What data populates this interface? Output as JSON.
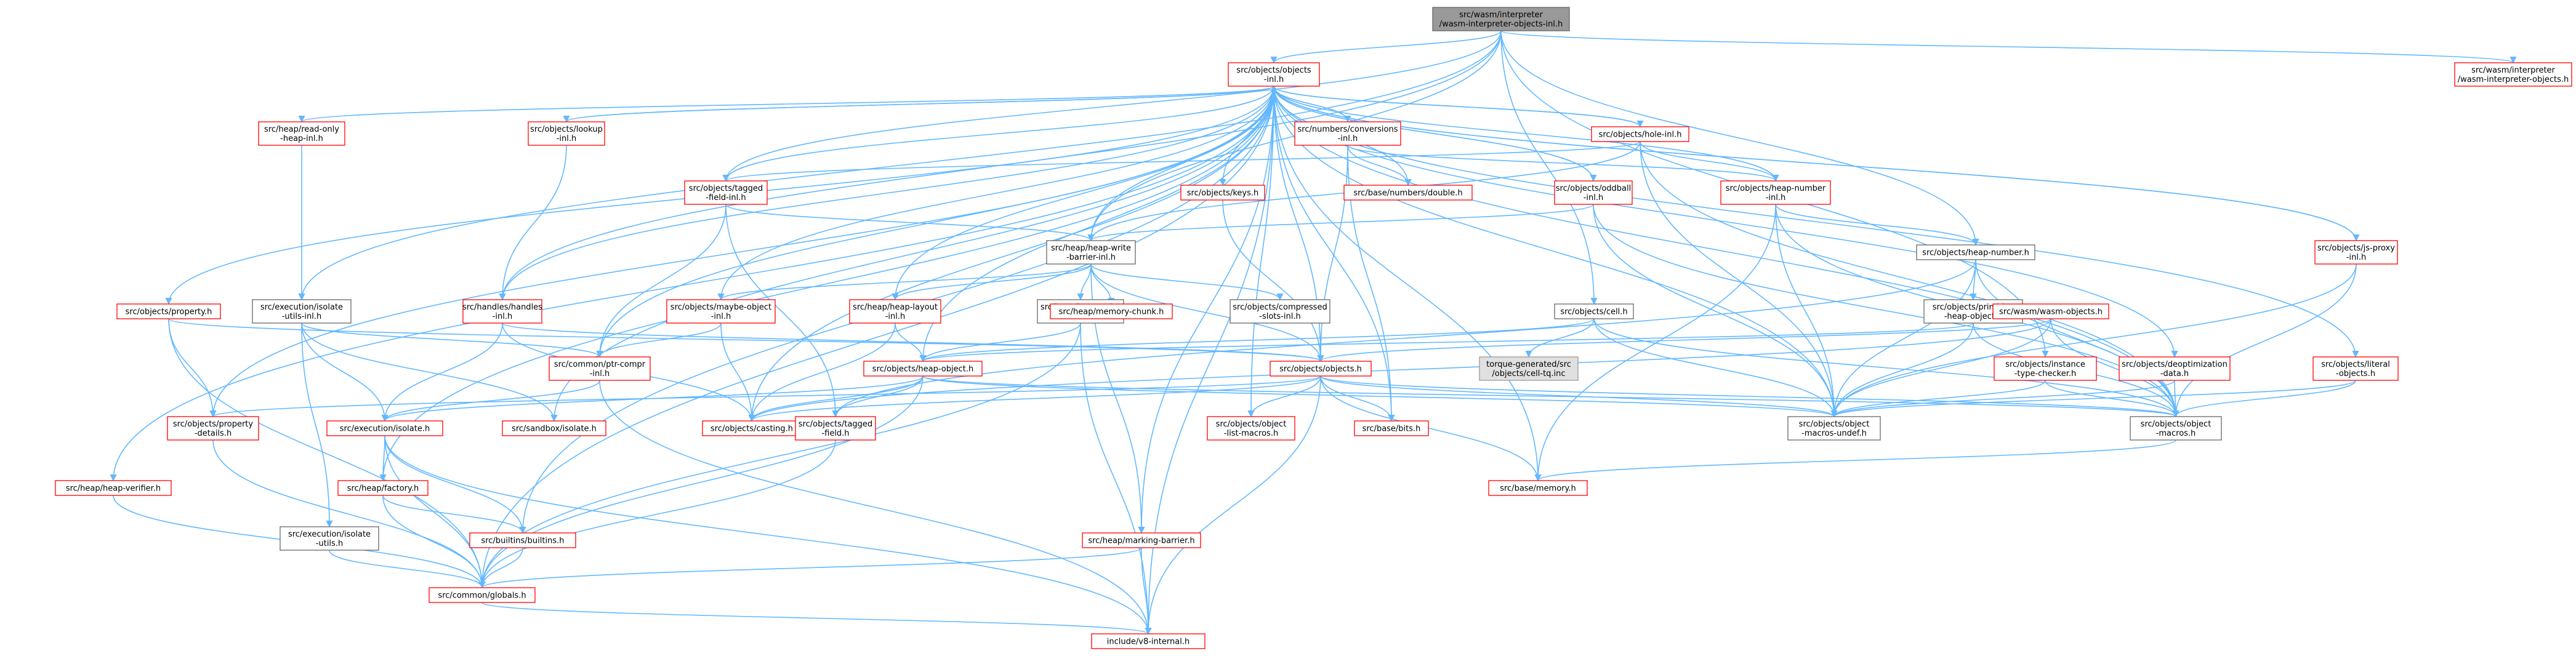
{
  "colors": {
    "background": "#ffffff",
    "edge": "#63b8ff",
    "node_fill": "#ffffff",
    "node_border_missing": "#ff0000",
    "node_border_normal": "#666666",
    "root_fill": "#999999",
    "root_border": "#666666",
    "stub_fill": "#e0e0e0",
    "stub_border": "#999999",
    "text": "#000000"
  },
  "nodes": [
    {
      "id": "root",
      "kind": "root",
      "lines": [
        "src/wasm/interpreter",
        "/wasm-interpreter-objects-inl.h"
      ]
    },
    {
      "id": "objects-inl",
      "kind": "missing",
      "lines": [
        "src/objects/objects",
        "-inl.h"
      ]
    },
    {
      "id": "wasm-interp-objects",
      "kind": "missing",
      "lines": [
        "src/wasm/interpreter",
        "/wasm-interpreter-objects.h"
      ]
    },
    {
      "id": "read-only-heap-inl",
      "kind": "missing",
      "lines": [
        "src/heap/read-only",
        "-heap-inl.h"
      ]
    },
    {
      "id": "lookup-inl",
      "kind": "missing",
      "lines": [
        "src/objects/lookup",
        "-inl.h"
      ]
    },
    {
      "id": "conversions-inl",
      "kind": "missing",
      "lines": [
        "src/numbers/conversions",
        "-inl.h"
      ]
    },
    {
      "id": "hole-inl",
      "kind": "missing",
      "lines": [
        "src/objects/hole-inl.h"
      ]
    },
    {
      "id": "tagged-field-inl",
      "kind": "missing",
      "lines": [
        "src/objects/tagged",
        "-field-inl.h"
      ]
    },
    {
      "id": "keys",
      "kind": "missing",
      "lines": [
        "src/objects/keys.h"
      ]
    },
    {
      "id": "numbers-double",
      "kind": "missing",
      "lines": [
        "src/base/numbers/double.h"
      ]
    },
    {
      "id": "oddball-inl",
      "kind": "missing",
      "lines": [
        "src/objects/oddball",
        "-inl.h"
      ]
    },
    {
      "id": "heap-number-inl",
      "kind": "missing",
      "lines": [
        "src/objects/heap-number",
        "-inl.h"
      ]
    },
    {
      "id": "js-proxy-inl",
      "kind": "missing",
      "lines": [
        "src/objects/js-proxy",
        "-inl.h"
      ]
    },
    {
      "id": "heap-write-barrier-inl",
      "kind": "normal",
      "lines": [
        "src/heap/heap-write",
        "-barrier-inl.h"
      ]
    },
    {
      "id": "heap-number",
      "kind": "normal",
      "lines": [
        "src/objects/heap-number.h"
      ]
    },
    {
      "id": "isolate-utils-inl",
      "kind": "normal",
      "lines": [
        "src/execution/isolate",
        "-utils-inl.h"
      ]
    },
    {
      "id": "property",
      "kind": "missing",
      "lines": [
        "src/objects/property.h"
      ]
    },
    {
      "id": "handles-inl",
      "kind": "missing",
      "lines": [
        "src/handles/handles",
        "-inl.h"
      ]
    },
    {
      "id": "maybe-object-inl",
      "kind": "missing",
      "lines": [
        "src/objects/maybe-object",
        "-inl.h"
      ]
    },
    {
      "id": "heap-layout-inl",
      "kind": "missing",
      "lines": [
        "src/heap/heap-layout",
        "-inl.h"
      ]
    },
    {
      "id": "heap-write-barrier",
      "kind": "normal",
      "lines": [
        "src/heap/heap-write",
        "-barrier.h"
      ]
    },
    {
      "id": "memory-chunk",
      "kind": "missing",
      "lines": [
        "src/heap/memory-chunk.h"
      ]
    },
    {
      "id": "compressed-slots-inl",
      "kind": "normal",
      "lines": [
        "src/objects/compressed",
        "-slots-inl.h"
      ]
    },
    {
      "id": "cell-h",
      "kind": "normal",
      "lines": [
        "src/objects/cell.h"
      ]
    },
    {
      "id": "primitive-heap-object",
      "kind": "normal",
      "lines": [
        "src/objects/primitive",
        "-heap-object.h"
      ]
    },
    {
      "id": "wasm-objects",
      "kind": "missing",
      "lines": [
        "src/wasm/wasm-objects.h"
      ]
    },
    {
      "id": "deoptimization-data",
      "kind": "missing",
      "lines": [
        "src/objects/deoptimization",
        "-data.h"
      ]
    },
    {
      "id": "instance-type-checker",
      "kind": "missing",
      "lines": [
        "src/objects/instance",
        "-type-checker.h"
      ]
    },
    {
      "id": "literal-objects",
      "kind": "missing",
      "lines": [
        "src/objects/literal",
        "-objects.h"
      ]
    },
    {
      "id": "ptr-compr-inl",
      "kind": "missing",
      "lines": [
        "src/common/ptr-compr",
        "-inl.h"
      ]
    },
    {
      "id": "heap-object",
      "kind": "missing",
      "lines": [
        "src/objects/heap-object.h"
      ]
    },
    {
      "id": "objects-h",
      "kind": "missing",
      "lines": [
        "src/objects/objects.h"
      ]
    },
    {
      "id": "torque-cell-tq",
      "kind": "stub",
      "lines": [
        "torque-generated/src",
        "/objects/cell-tq.inc"
      ]
    },
    {
      "id": "property-details",
      "kind": "missing",
      "lines": [
        "src/objects/property",
        "-details.h"
      ]
    },
    {
      "id": "isolate-h",
      "kind": "missing",
      "lines": [
        "src/execution/isolate.h"
      ]
    },
    {
      "id": "sandbox-isolate",
      "kind": "missing",
      "lines": [
        "src/sandbox/isolate.h"
      ]
    },
    {
      "id": "casting",
      "kind": "missing",
      "lines": [
        "src/objects/casting.h"
      ]
    },
    {
      "id": "tagged-field",
      "kind": "missing",
      "lines": [
        "src/objects/tagged",
        "-field.h"
      ]
    },
    {
      "id": "object-list-macros",
      "kind": "missing",
      "lines": [
        "src/objects/object",
        "-list-macros.h"
      ]
    },
    {
      "id": "base-bits",
      "kind": "missing",
      "lines": [
        "src/base/bits.h"
      ]
    },
    {
      "id": "object-macros-undef",
      "kind": "normal",
      "lines": [
        "src/objects/object",
        "-macros-undef.h"
      ]
    },
    {
      "id": "object-macros",
      "kind": "normal",
      "lines": [
        "src/objects/object",
        "-macros.h"
      ]
    },
    {
      "id": "heap-verifier",
      "kind": "missing",
      "lines": [
        "src/heap/heap-verifier.h"
      ]
    },
    {
      "id": "factory",
      "kind": "missing",
      "lines": [
        "src/heap/factory.h"
      ]
    },
    {
      "id": "isolate-utils",
      "kind": "normal",
      "lines": [
        "src/execution/isolate",
        "-utils.h"
      ]
    },
    {
      "id": "builtins",
      "kind": "missing",
      "lines": [
        "src/builtins/builtins.h"
      ]
    },
    {
      "id": "base-memory",
      "kind": "missing",
      "lines": [
        "src/base/memory.h"
      ]
    },
    {
      "id": "marking-barrier",
      "kind": "missing",
      "lines": [
        "src/heap/marking-barrier.h"
      ]
    },
    {
      "id": "globals",
      "kind": "missing",
      "lines": [
        "src/common/globals.h"
      ]
    },
    {
      "id": "v8-internal",
      "kind": "missing",
      "lines": [
        "include/v8-internal.h"
      ]
    }
  ],
  "edges": [
    [
      "root",
      "objects-inl"
    ],
    [
      "root",
      "wasm-interp-objects"
    ],
    [
      "root",
      "tagged-field-inl"
    ],
    [
      "root",
      "handles-inl"
    ],
    [
      "root",
      "heap-number"
    ],
    [
      "root",
      "isolate-utils-inl"
    ],
    [
      "root",
      "cell-h"
    ],
    [
      "root",
      "instance-type-checker"
    ],
    [
      "root",
      "heap-write-barrier-inl"
    ],
    [
      "objects-inl",
      "read-only-heap-inl"
    ],
    [
      "objects-inl",
      "lookup-inl"
    ],
    [
      "objects-inl",
      "conversions-inl"
    ],
    [
      "objects-inl",
      "hole-inl"
    ],
    [
      "objects-inl",
      "tagged-field-inl"
    ],
    [
      "objects-inl",
      "keys"
    ],
    [
      "objects-inl",
      "numbers-double"
    ],
    [
      "objects-inl",
      "oddball-inl"
    ],
    [
      "objects-inl",
      "heap-number-inl"
    ],
    [
      "objects-inl",
      "js-proxy-inl"
    ],
    [
      "objects-inl",
      "heap-write-barrier-inl"
    ],
    [
      "objects-inl",
      "property"
    ],
    [
      "objects-inl",
      "maybe-object-inl"
    ],
    [
      "objects-inl",
      "heap-layout-inl"
    ],
    [
      "objects-inl",
      "deoptimization-data"
    ],
    [
      "objects-inl",
      "literal-objects"
    ],
    [
      "objects-inl",
      "ptr-compr-inl"
    ],
    [
      "objects-inl",
      "heap-object"
    ],
    [
      "objects-inl",
      "objects-h"
    ],
    [
      "objects-inl",
      "property-details"
    ],
    [
      "objects-inl",
      "casting"
    ],
    [
      "objects-inl",
      "object-list-macros"
    ],
    [
      "objects-inl",
      "base-bits"
    ],
    [
      "objects-inl",
      "object-macros-undef"
    ],
    [
      "objects-inl",
      "object-macros"
    ],
    [
      "objects-inl",
      "heap-verifier"
    ],
    [
      "objects-inl",
      "factory"
    ],
    [
      "objects-inl",
      "builtins"
    ],
    [
      "objects-inl",
      "base-memory"
    ],
    [
      "objects-inl",
      "marking-barrier"
    ],
    [
      "objects-inl",
      "globals"
    ],
    [
      "objects-inl",
      "v8-internal"
    ],
    [
      "objects-inl",
      "sandbox-isolate"
    ],
    [
      "objects-inl",
      "handles-inl"
    ],
    [
      "read-only-heap-inl",
      "isolate-utils-inl"
    ],
    [
      "lookup-inl",
      "handles-inl"
    ],
    [
      "lookup-inl",
      "objects-inl"
    ],
    [
      "conversions-inl",
      "numbers-double"
    ],
    [
      "conversions-inl",
      "objects-inl"
    ],
    [
      "conversions-inl",
      "heap-number-inl"
    ],
    [
      "conversions-inl",
      "objects-h"
    ],
    [
      "conversions-inl",
      "base-bits"
    ],
    [
      "hole-inl",
      "objects-inl"
    ],
    [
      "hole-inl",
      "heap-number-inl"
    ],
    [
      "hole-inl",
      "heap-write-barrier-inl"
    ],
    [
      "hole-inl",
      "object-macros"
    ],
    [
      "hole-inl",
      "object-macros-undef"
    ],
    [
      "hole-inl",
      "tagged-field-inl"
    ],
    [
      "tagged-field-inl",
      "heap-write-barrier-inl"
    ],
    [
      "tagged-field-inl",
      "ptr-compr-inl"
    ],
    [
      "tagged-field-inl",
      "tagged-field"
    ],
    [
      "keys",
      "objects-h"
    ],
    [
      "oddball-inl",
      "objects-inl"
    ],
    [
      "oddball-inl",
      "heap-write-barrier-inl"
    ],
    [
      "oddball-inl",
      "object-macros"
    ],
    [
      "oddball-inl",
      "object-macros-undef"
    ],
    [
      "heap-number-inl",
      "heap-number"
    ],
    [
      "heap-number-inl",
      "base-memory"
    ],
    [
      "heap-number-inl",
      "object-macros"
    ],
    [
      "heap-number-inl",
      "object-macros-undef"
    ],
    [
      "js-proxy-inl",
      "objects-inl"
    ],
    [
      "js-proxy-inl",
      "object-macros"
    ],
    [
      "js-proxy-inl",
      "object-macros-undef"
    ],
    [
      "heap-write-barrier-inl",
      "maybe-object-inl"
    ],
    [
      "heap-write-barrier-inl",
      "heap-layout-inl"
    ],
    [
      "heap-write-barrier-inl",
      "heap-write-barrier"
    ],
    [
      "heap-write-barrier-inl",
      "memory-chunk"
    ],
    [
      "heap-write-barrier-inl",
      "compressed-slots-inl"
    ],
    [
      "heap-write-barrier-inl",
      "marking-barrier"
    ],
    [
      "heap-write-barrier-inl",
      "objects-h"
    ],
    [
      "heap-number",
      "primitive-heap-object"
    ],
    [
      "heap-number",
      "object-macros"
    ],
    [
      "heap-number",
      "object-macros-undef"
    ],
    [
      "heap-number",
      "tagged-field"
    ],
    [
      "isolate-utils-inl",
      "ptr-compr-inl"
    ],
    [
      "isolate-utils-inl",
      "isolate-h"
    ],
    [
      "isolate-utils-inl",
      "isolate-utils"
    ],
    [
      "isolate-utils-inl",
      "sandbox-isolate"
    ],
    [
      "property",
      "property-details"
    ],
    [
      "property",
      "objects-h"
    ],
    [
      "property",
      "globals"
    ],
    [
      "handles-inl",
      "isolate-h"
    ],
    [
      "handles-inl",
      "casting"
    ],
    [
      "handles-inl",
      "objects-h"
    ],
    [
      "maybe-object-inl",
      "ptr-compr-inl"
    ],
    [
      "maybe-object-inl",
      "casting"
    ],
    [
      "heap-layout-inl",
      "casting"
    ],
    [
      "heap-layout-inl",
      "heap-object"
    ],
    [
      "heap-write-barrier",
      "heap-object"
    ],
    [
      "heap-write-barrier",
      "globals"
    ],
    [
      "heap-write-barrier",
      "v8-internal"
    ],
    [
      "cell-h",
      "heap-object"
    ],
    [
      "cell-h",
      "torque-cell-tq"
    ],
    [
      "cell-h",
      "object-macros"
    ],
    [
      "cell-h",
      "object-macros-undef"
    ],
    [
      "primitive-heap-object",
      "heap-object"
    ],
    [
      "primitive-heap-object",
      "object-macros"
    ],
    [
      "primitive-heap-object",
      "object-macros-undef"
    ],
    [
      "wasm-objects",
      "objects-h"
    ],
    [
      "wasm-objects",
      "casting"
    ],
    [
      "wasm-objects",
      "object-macros"
    ],
    [
      "wasm-objects",
      "object-macros-undef"
    ],
    [
      "deoptimization-data",
      "object-macros"
    ],
    [
      "deoptimization-data",
      "object-macros-undef"
    ],
    [
      "instance-type-checker",
      "object-macros"
    ],
    [
      "instance-type-checker",
      "object-macros-undef"
    ],
    [
      "literal-objects",
      "object-macros"
    ],
    [
      "literal-objects",
      "object-macros-undef"
    ],
    [
      "ptr-compr-inl",
      "isolate-h"
    ],
    [
      "ptr-compr-inl",
      "v8-internal"
    ],
    [
      "heap-object",
      "casting"
    ],
    [
      "heap-object",
      "tagged-field"
    ],
    [
      "heap-object",
      "object-macros"
    ],
    [
      "heap-object",
      "object-macros-undef"
    ],
    [
      "heap-object",
      "globals"
    ],
    [
      "heap-object",
      "isolate-h"
    ],
    [
      "objects-h",
      "object-list-macros"
    ],
    [
      "objects-h",
      "base-bits"
    ],
    [
      "objects-h",
      "base-memory"
    ],
    [
      "objects-h",
      "object-macros"
    ],
    [
      "objects-h",
      "object-macros-undef"
    ],
    [
      "objects-h",
      "casting"
    ],
    [
      "objects-h",
      "property-details"
    ],
    [
      "objects-h",
      "v8-internal"
    ],
    [
      "property-details",
      "globals"
    ],
    [
      "isolate-h",
      "factory"
    ],
    [
      "isolate-h",
      "builtins"
    ],
    [
      "isolate-h",
      "globals"
    ],
    [
      "isolate-h",
      "v8-internal"
    ],
    [
      "tagged-field",
      "globals"
    ],
    [
      "object-macros",
      "base-memory"
    ],
    [
      "heap-verifier",
      "globals"
    ],
    [
      "factory",
      "builtins"
    ],
    [
      "factory",
      "globals"
    ],
    [
      "isolate-utils",
      "globals"
    ],
    [
      "builtins",
      "globals"
    ],
    [
      "marking-barrier",
      "globals"
    ],
    [
      "marking-barrier",
      "v8-internal"
    ],
    [
      "globals",
      "v8-internal"
    ]
  ]
}
